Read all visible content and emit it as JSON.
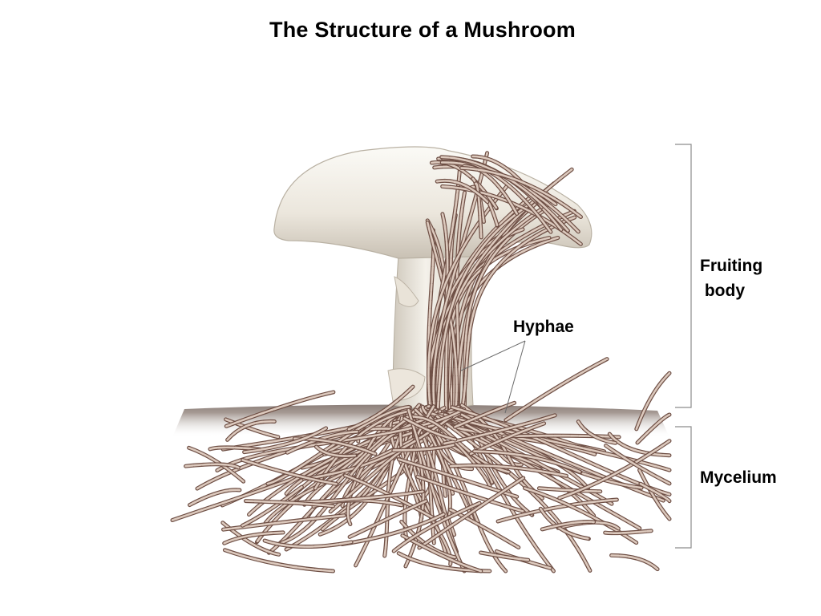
{
  "title": "The Structure of a Mushroom",
  "labels": {
    "hyphae": "Hyphae",
    "fruiting_body": "Fruiting\n body",
    "mycelium": "Mycelium"
  },
  "colors": {
    "cap_light": "#f2efe8",
    "cap_shadow": "#c9c1b4",
    "hypha_fill": "#dcc9bd",
    "hypha_edge": "#6e4f45",
    "soil_top": "#8a7b74",
    "soil_dark": "#5a4a44",
    "bracket": "#8c8c8c"
  }
}
